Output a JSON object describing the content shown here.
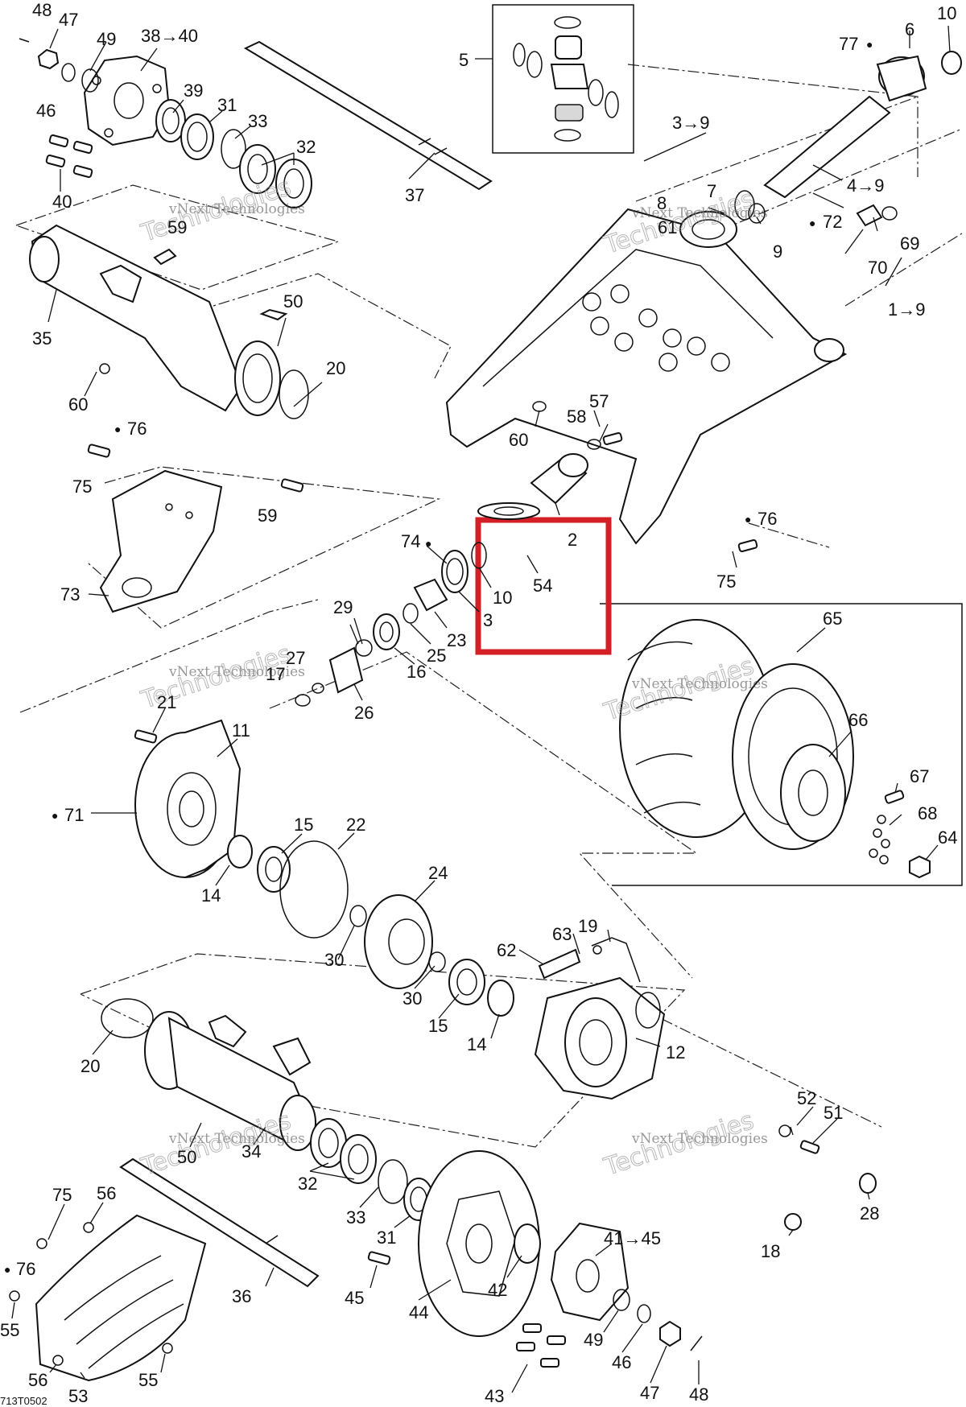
{
  "diagram_code": "713T0502",
  "watermark": {
    "line1": "vNext Technologies",
    "line2": "Technologies"
  },
  "drop_symbol": "●",
  "labels": {
    "l48a": "48",
    "l47a": "47",
    "l49a": "49",
    "l38_40": "38→40",
    "l46a": "46",
    "l39": "39",
    "l31a": "31",
    "l33a": "33",
    "l32a": "32",
    "l40": "40",
    "l37": "37",
    "l5": "5",
    "l77": "77",
    "l6": "6",
    "l10a": "10",
    "l3_9": "3→9",
    "l8": "8",
    "l7": "7",
    "l61": "61",
    "l9a": "9",
    "l4_9": "4→9",
    "l72": "72",
    "l69": "69",
    "l70": "70",
    "l1_9": "1→9",
    "l59a": "59",
    "l35": "35",
    "l50a": "50",
    "l60a": "60",
    "l20a": "20",
    "l60b": "60",
    "l57": "57",
    "l58": "58",
    "l76a": "76",
    "l75a": "75",
    "l59b": "59",
    "l2": "2",
    "l76b": "76",
    "l75b": "75",
    "l73": "73",
    "l74": "74",
    "l10b": "10",
    "l54": "54",
    "l3": "3",
    "l29": "29",
    "l23": "23",
    "l25": "25",
    "l16": "16",
    "l27": "27",
    "l17": "17",
    "l26": "26",
    "l65": "65",
    "l66": "66",
    "l67": "67",
    "l68": "68",
    "l64": "64",
    "l21": "21",
    "l11": "11",
    "l71": "71",
    "l15a": "15",
    "l22": "22",
    "l14a": "14",
    "l24": "24",
    "l63": "63",
    "l19": "19",
    "l62": "62",
    "l30a": "30",
    "l30b": "30",
    "l15b": "15",
    "l14b": "14",
    "l12": "12",
    "l20b": "20",
    "l50b": "50",
    "l34": "34",
    "l52": "52",
    "l51": "51",
    "l32b": "32",
    "l33b": "33",
    "l31b": "31",
    "l28": "28",
    "l18": "18",
    "l75c": "75",
    "l56a": "56",
    "l76c": "76",
    "l36": "36",
    "l41_45": "41→45",
    "l45": "45",
    "l44": "44",
    "l42": "42",
    "l49b": "49",
    "l46b": "46",
    "l47b": "47",
    "l48b": "48",
    "l43": "43",
    "l55a": "55",
    "l55b": "55",
    "l56b": "56",
    "l53": "53"
  },
  "highlight": {
    "color": "#d41f26"
  }
}
